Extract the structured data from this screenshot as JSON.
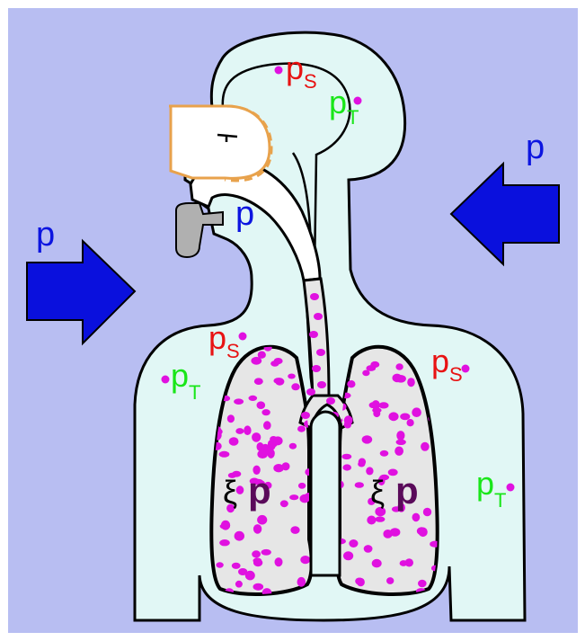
{
  "colors": {
    "background": "#b8bef2",
    "body_fill": "#e1f7f5",
    "airway_fill": "#ffffff",
    "lung_fill": "#e6e6e6",
    "dot": "#e011e0",
    "pressure_p": "#0c15e0",
    "pressure_s": "#e81313",
    "pressure_t": "#19e619",
    "lung_p": "#5a0a5a",
    "mask_outline": "#e8a24c",
    "regulator": "#b0b0b0",
    "arrow_fill": "#0a10dd"
  },
  "icons": {
    "left_arrow": "pressure-arrow-right-icon",
    "right_arrow": "pressure-arrow-left-icon",
    "mask": "diving-mask-icon",
    "regulator": "regulator-icon"
  },
  "labels": {
    "ambient_left": "p",
    "ambient_right": "p",
    "airway": "p",
    "head_s": {
      "main": "p",
      "sub": "S"
    },
    "head_t": {
      "main": "p",
      "sub": "T"
    },
    "chest_left_s": {
      "main": "p",
      "sub": "S"
    },
    "chest_left_t": {
      "main": "p",
      "sub": "T"
    },
    "chest_right_s": {
      "main": "p",
      "sub": "S"
    },
    "chest_right_t": {
      "main": "p",
      "sub": "T"
    },
    "lung_left": {
      "xi": "ξ",
      "p": "p"
    },
    "lung_right": {
      "xi": "ξ",
      "p": "p"
    }
  }
}
